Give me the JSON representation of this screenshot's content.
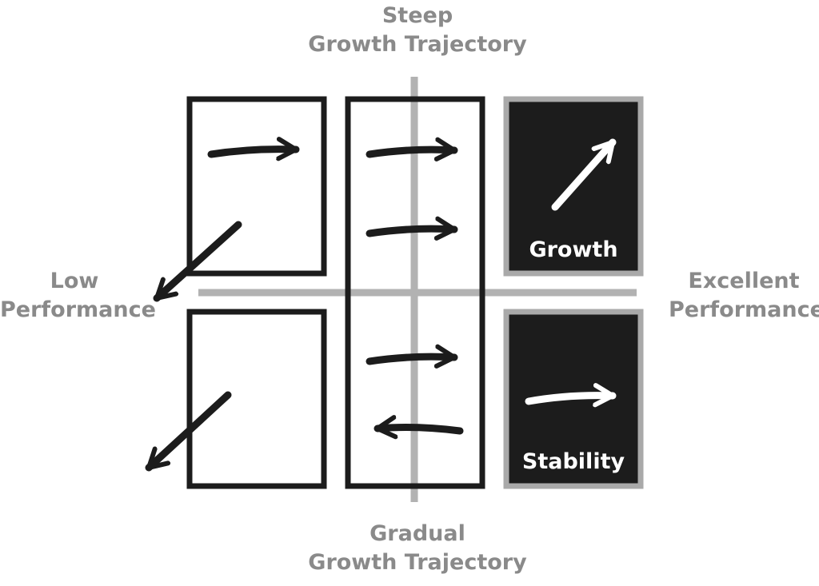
{
  "axes": {
    "top": [
      "Steep",
      "Growth Trajectory"
    ],
    "bottom": [
      "Gradual",
      "Growth Trajectory"
    ],
    "left": [
      "Low",
      "Performance"
    ],
    "right": [
      "Excellent",
      "Performance"
    ]
  },
  "boxes": {
    "growth": "Growth",
    "stability": "Stability"
  },
  "colors": {
    "axis": "#b2b2b2",
    "label": "#8a8a8a",
    "stroke": "#1c1c1c",
    "filled_box": "#1c1c1c",
    "highlight_border": "#a9a9a9",
    "filled_text": "#ffffff"
  }
}
